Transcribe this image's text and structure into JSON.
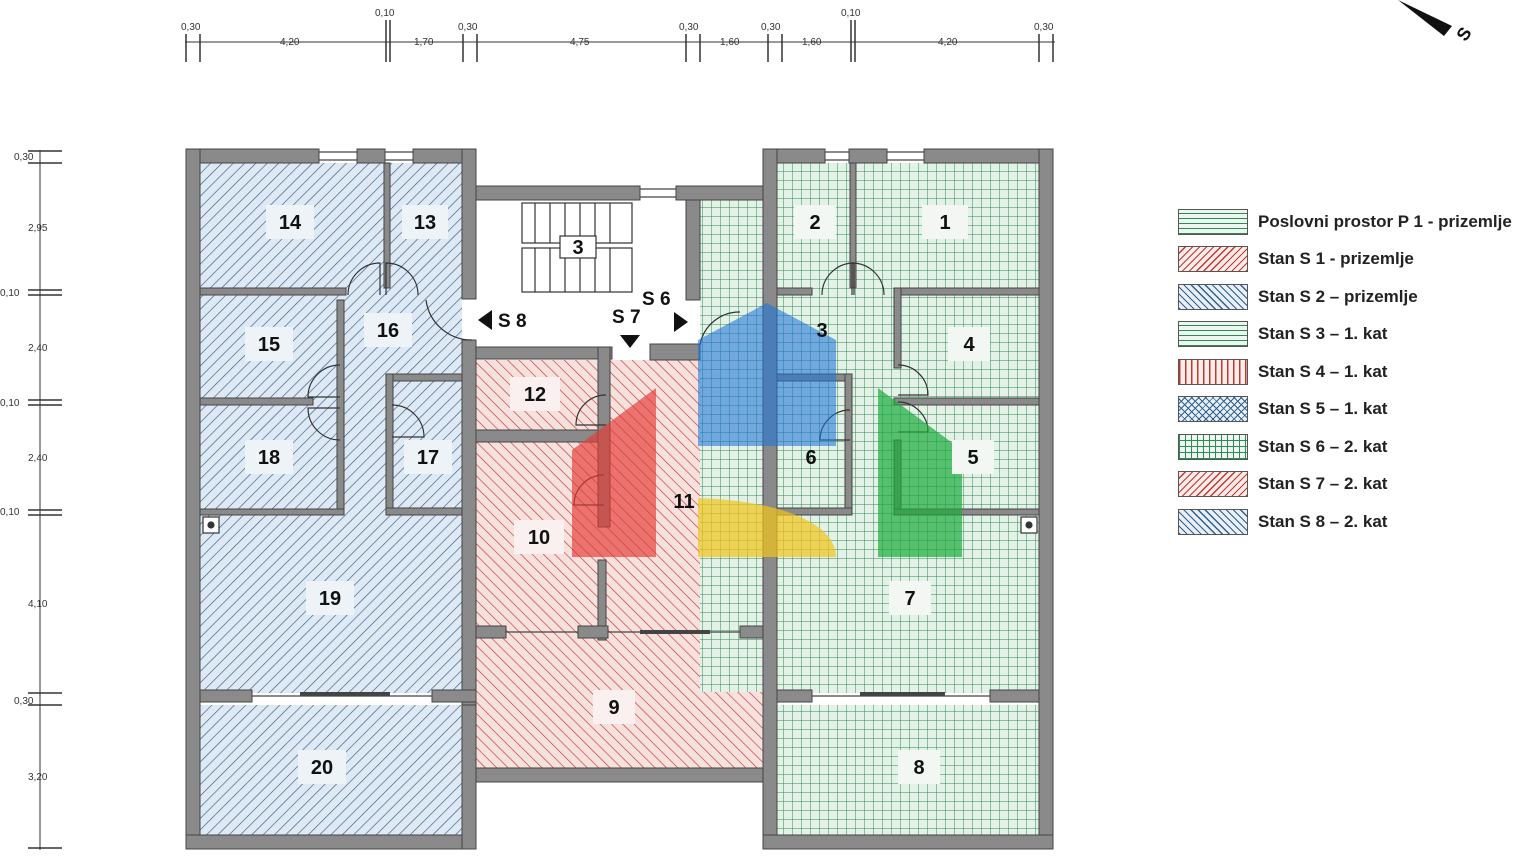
{
  "dimensions": {
    "top_upper": [
      "0,10",
      "0,10"
    ],
    "top_lower": [
      "0,30",
      "4,20",
      "1,70",
      "0,30",
      "4,75",
      "0,30",
      "1,60",
      "0,30",
      "1,60",
      "4,20",
      "0,30"
    ],
    "left": [
      "0,30",
      "2,95",
      "0,10",
      "2,40",
      "0,10",
      "2,40",
      "0,10",
      "4,10",
      "0,30",
      "3,20"
    ]
  },
  "rooms": {
    "r1": "1",
    "r2": "2",
    "r3": "3",
    "r4": "4",
    "r5": "5",
    "r6": "6",
    "r7": "7",
    "r8": "8",
    "r9": "9",
    "r10": "10",
    "r11": "11",
    "r12": "12",
    "r13": "13",
    "r14": "14",
    "r15": "15",
    "r16": "16",
    "r17": "17",
    "r18": "18",
    "r19": "19",
    "r20": "20",
    "stair": "3"
  },
  "sections": {
    "s8": "S 8",
    "s7": "S 7",
    "s6": "S 6"
  },
  "compass_label": "S",
  "legend": [
    {
      "label": "Poslovni prostor P 1 - prizemlje",
      "pattern": "horizontal",
      "color": "#2e8b57"
    },
    {
      "label": "Stan S 1 - prizemlje",
      "pattern": "diag-right",
      "color": "#c0392b"
    },
    {
      "label": "Stan S 2 – prizemlje",
      "pattern": "diag-left",
      "color": "#2f5f8f"
    },
    {
      "label": "Stan S 3 – 1. kat",
      "pattern": "horizontal",
      "color": "#2e8b57"
    },
    {
      "label": "Stan S 4 – 1. kat",
      "pattern": "vertical",
      "color": "#c0392b"
    },
    {
      "label": "Stan S 5 – 1. kat",
      "pattern": "cross-diag",
      "color": "#2f5f8f"
    },
    {
      "label": "Stan S 6 – 2. kat",
      "pattern": "grid",
      "color": "#2e8b57"
    },
    {
      "label": "Stan S 7 – 2. kat",
      "pattern": "diag-right",
      "color": "#c0392b"
    },
    {
      "label": "Stan S 8 – 2. kat",
      "pattern": "diag-left",
      "color": "#2f5f8f"
    }
  ],
  "colors": {
    "wall": "#8a8a8a",
    "blue_hatch": "#2f5f8f",
    "red_hatch": "#c0392b",
    "green_grid": "#2e8b57",
    "logo_red": "#e53935",
    "logo_blue": "#1e73d8",
    "logo_green": "#1aaa3a",
    "logo_yellow": "#f2c418"
  }
}
